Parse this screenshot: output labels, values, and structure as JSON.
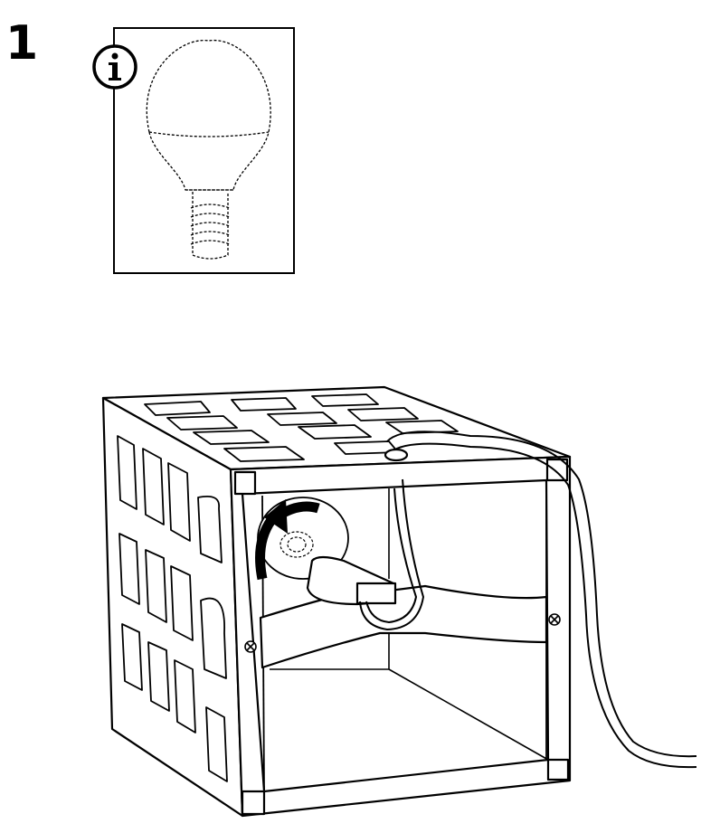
{
  "step": {
    "number": "1"
  },
  "info_panel": {
    "icon": "info-icon",
    "depicts": "light-bulb-icon"
  },
  "main_illustration": {
    "icons": [
      "lamp-shade-box",
      "rotate-arrow-icon",
      "screw-icon",
      "power-cord"
    ]
  },
  "colors": {
    "ink": "#000000",
    "paper": "#ffffff"
  }
}
